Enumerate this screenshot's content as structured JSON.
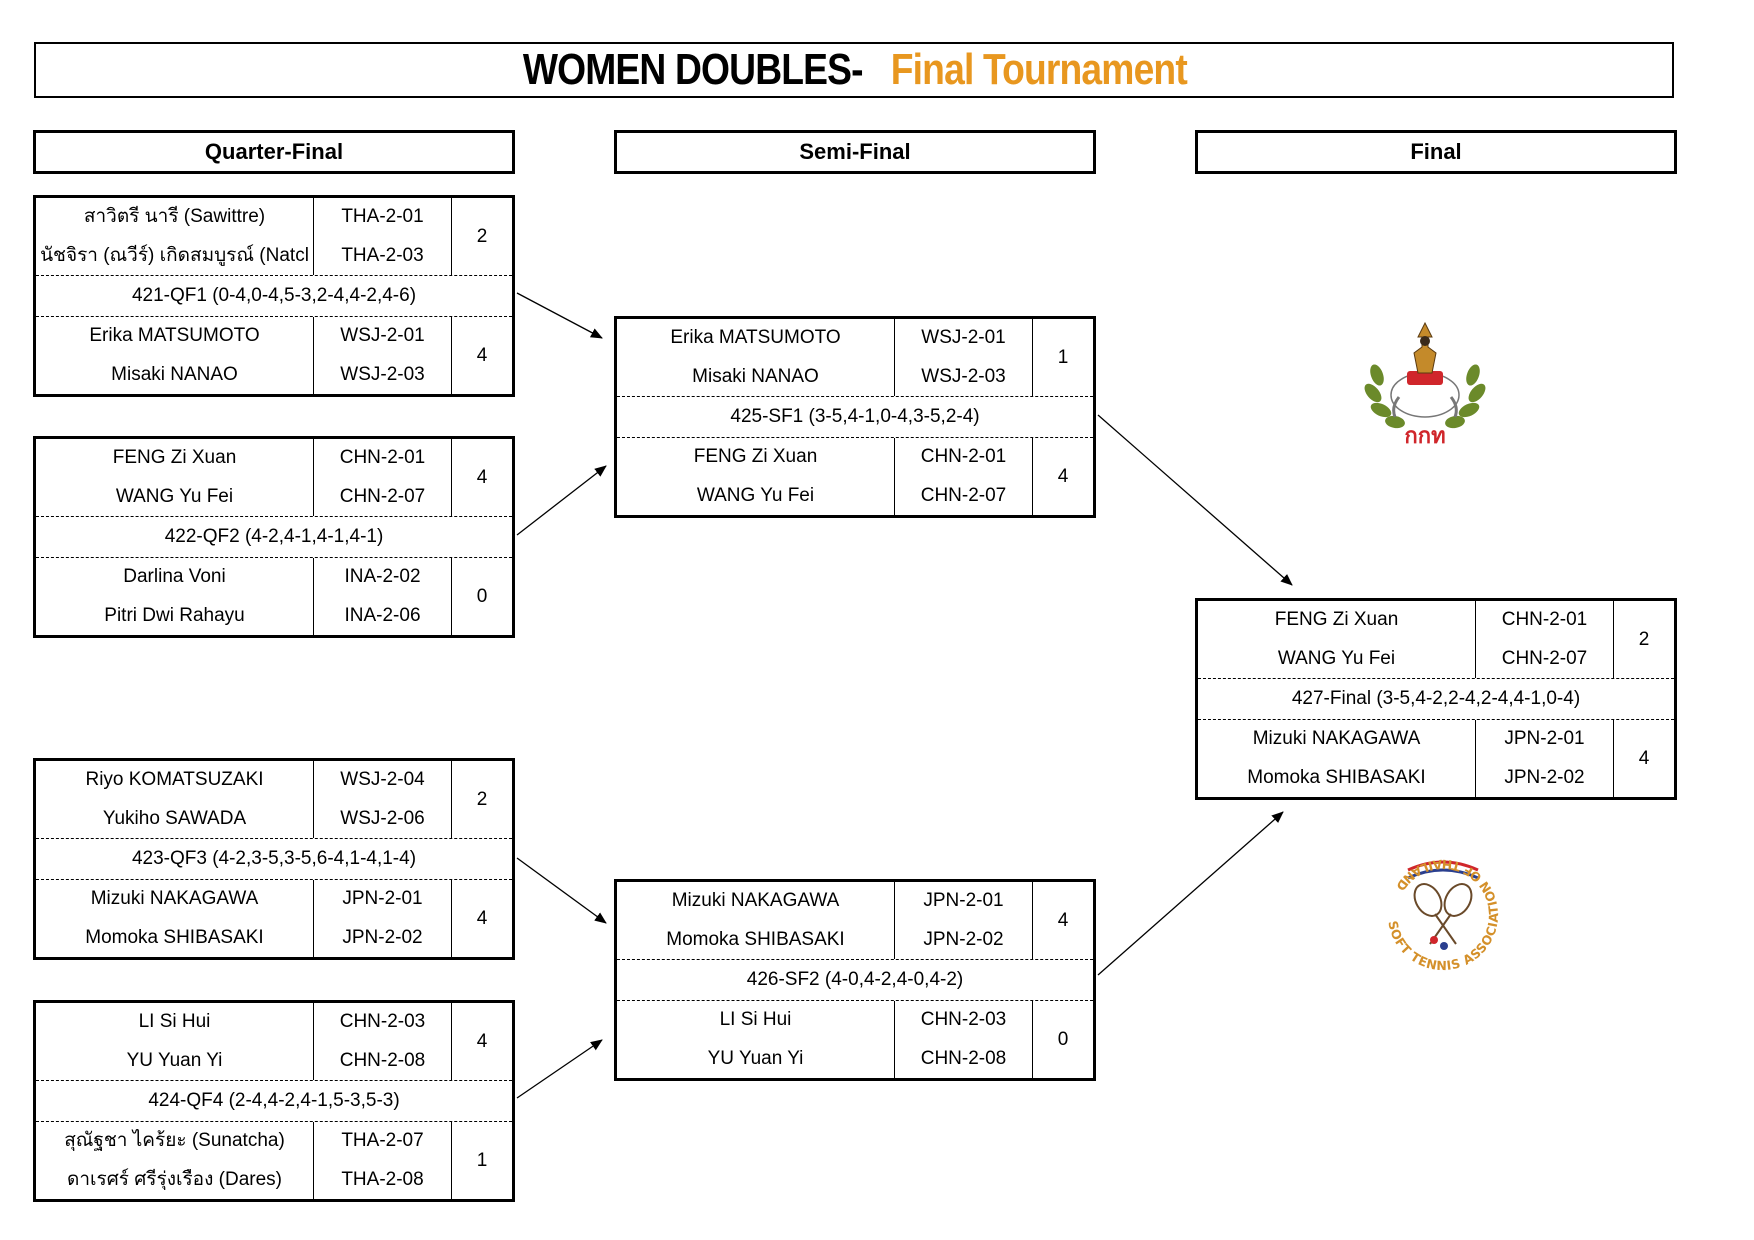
{
  "title": {
    "main": "WOMEN DOUBLES-",
    "accent": "Final Tournament"
  },
  "rounds": {
    "qf": "Quarter-Final",
    "sf": "Semi-Final",
    "final": "Final"
  },
  "matches": {
    "qf1": {
      "top": {
        "players": [
          "สาวิตรี   นารี    (Sawittre)",
          "นัชจิรา   (ณวีร์) เกิดสมบูรณ์   (Natcl"
        ],
        "codes": [
          "THA-2-01",
          "THA-2-03"
        ],
        "score": "2"
      },
      "info": "421-QF1 (0-4,0-4,5-3,2-4,4-2,4-6)",
      "bottom": {
        "players": [
          "Erika MATSUMOTO",
          "Misaki NANAO"
        ],
        "codes": [
          "WSJ-2-01",
          "WSJ-2-03"
        ],
        "score": "4"
      }
    },
    "qf2": {
      "top": {
        "players": [
          "FENG Zi Xuan",
          "WANG Yu Fei"
        ],
        "codes": [
          "CHN-2-01",
          "CHN-2-07"
        ],
        "score": "4"
      },
      "info": "422-QF2 (4-2,4-1,4-1,4-1)",
      "bottom": {
        "players": [
          "Darlina Voni",
          "Pitri Dwi Rahayu"
        ],
        "codes": [
          "INA-2-02",
          "INA-2-06"
        ],
        "score": "0"
      }
    },
    "qf3": {
      "top": {
        "players": [
          "Riyo KOMATSUZAKI",
          "Yukiho SAWADA"
        ],
        "codes": [
          "WSJ-2-04",
          "WSJ-2-06"
        ],
        "score": "2"
      },
      "info": "423-QF3 (4-2,3-5,3-5,6-4,1-4,1-4)",
      "bottom": {
        "players": [
          "Mizuki NAKAGAWA",
          "Momoka SHIBASAKI"
        ],
        "codes": [
          "JPN-2-01",
          "JPN-2-02"
        ],
        "score": "4"
      }
    },
    "qf4": {
      "top": {
        "players": [
          "LI Si Hui",
          "YU Yuan Yi"
        ],
        "codes": [
          "CHN-2-03",
          "CHN-2-08"
        ],
        "score": "4"
      },
      "info": "424-QF4 (2-4,4-2,4-1,5-3,5-3)",
      "bottom": {
        "players": [
          "สุณัฐชา   ไคร้ยะ   (Sunatcha)",
          "ดาเรศร์   ศรีรุ่งเรือง   (Dares)"
        ],
        "codes": [
          "THA-2-07",
          "THA-2-08"
        ],
        "score": "1"
      }
    },
    "sf1": {
      "top": {
        "players": [
          "Erika MATSUMOTO",
          "Misaki NANAO"
        ],
        "codes": [
          "WSJ-2-01",
          "WSJ-2-03"
        ],
        "score": "1"
      },
      "info": "425-SF1 (3-5,4-1,0-4,3-5,2-4)",
      "bottom": {
        "players": [
          "FENG Zi Xuan",
          "WANG Yu Fei"
        ],
        "codes": [
          "CHN-2-01",
          "CHN-2-07"
        ],
        "score": "4"
      }
    },
    "sf2": {
      "top": {
        "players": [
          "Mizuki NAKAGAWA",
          "Momoka SHIBASAKI"
        ],
        "codes": [
          "JPN-2-01",
          "JPN-2-02"
        ],
        "score": "4"
      },
      "info": "426-SF2 (4-0,4-2,4-0,4-2)",
      "bottom": {
        "players": [
          "LI Si Hui",
          "YU Yuan Yi"
        ],
        "codes": [
          "CHN-2-03",
          "CHN-2-08"
        ],
        "score": "0"
      }
    },
    "final": {
      "top": {
        "players": [
          "FENG Zi Xuan",
          "WANG Yu Fei"
        ],
        "codes": [
          "CHN-2-01",
          "CHN-2-07"
        ],
        "score": "2"
      },
      "info": "427-Final (3-5,4-2,2-4,2-4,4-1,0-4)",
      "bottom": {
        "players": [
          "Mizuki NAKAGAWA",
          "Momoka SHIBASAKI"
        ],
        "codes": [
          "JPN-2-01",
          "JPN-2-02"
        ],
        "score": "4"
      }
    }
  },
  "logos": {
    "top": {
      "icon": "sports-authority-emblem-icon",
      "text": "กกท"
    },
    "bottom": {
      "icon": "soft-tennis-association-logo-icon",
      "text": "SOFT TENNIS ASSOCIATION OF THAILAND"
    }
  },
  "colors": {
    "accent": "#e8971f",
    "line": "#000000",
    "emblem_red": "#d0262b",
    "emblem_gold": "#c48a2a",
    "wreath": "#6b8a2a"
  }
}
